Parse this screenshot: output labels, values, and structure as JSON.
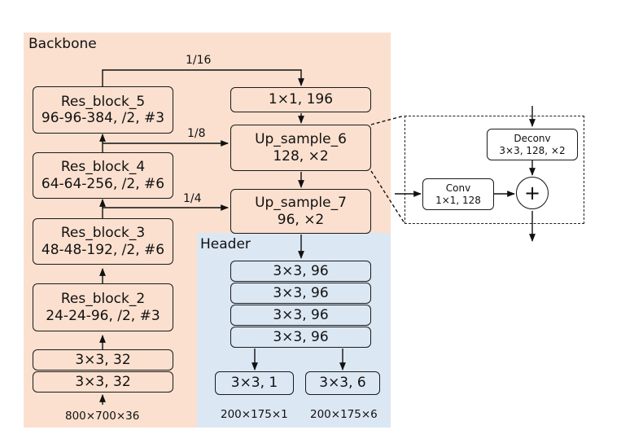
{
  "backbone": {
    "title": "Backbone",
    "input_label": "800×700×36",
    "stem": [
      {
        "text": "3×3, 32"
      },
      {
        "text": "3×3, 32"
      }
    ],
    "res_blocks": [
      {
        "name": "Res_block_2",
        "params": "24-24-96, /2, #3"
      },
      {
        "name": "Res_block_3",
        "params": "48-48-192, /2, #6"
      },
      {
        "name": "Res_block_4",
        "params": "64-64-256, /2, #6"
      },
      {
        "name": "Res_block_5",
        "params": "96-96-384, /2, #3"
      }
    ],
    "lateral": {
      "text": "1×1, 196"
    },
    "upsample_6": {
      "name": "Up_sample_6",
      "params": "128, ×2"
    },
    "upsample_7": {
      "name": "Up_sample_7",
      "params": "96, ×2"
    },
    "scale_labels": [
      "1/16",
      "1/8",
      "1/4"
    ]
  },
  "header": {
    "title": "Header",
    "convs": [
      "3×3, 96",
      "3×3, 96",
      "3×3, 96",
      "3×3, 96"
    ],
    "out_cls": "3×3, 1",
    "out_reg": "3×3, 6",
    "out_cls_size": "200×175×1",
    "out_reg_size": "200×175×6"
  },
  "upsample_detail": {
    "deconv_name": "Deconv",
    "deconv_params": "3×3, 128, ×2",
    "conv_name": "Conv",
    "conv_params": "1×1, 128",
    "add_symbol": "+"
  }
}
